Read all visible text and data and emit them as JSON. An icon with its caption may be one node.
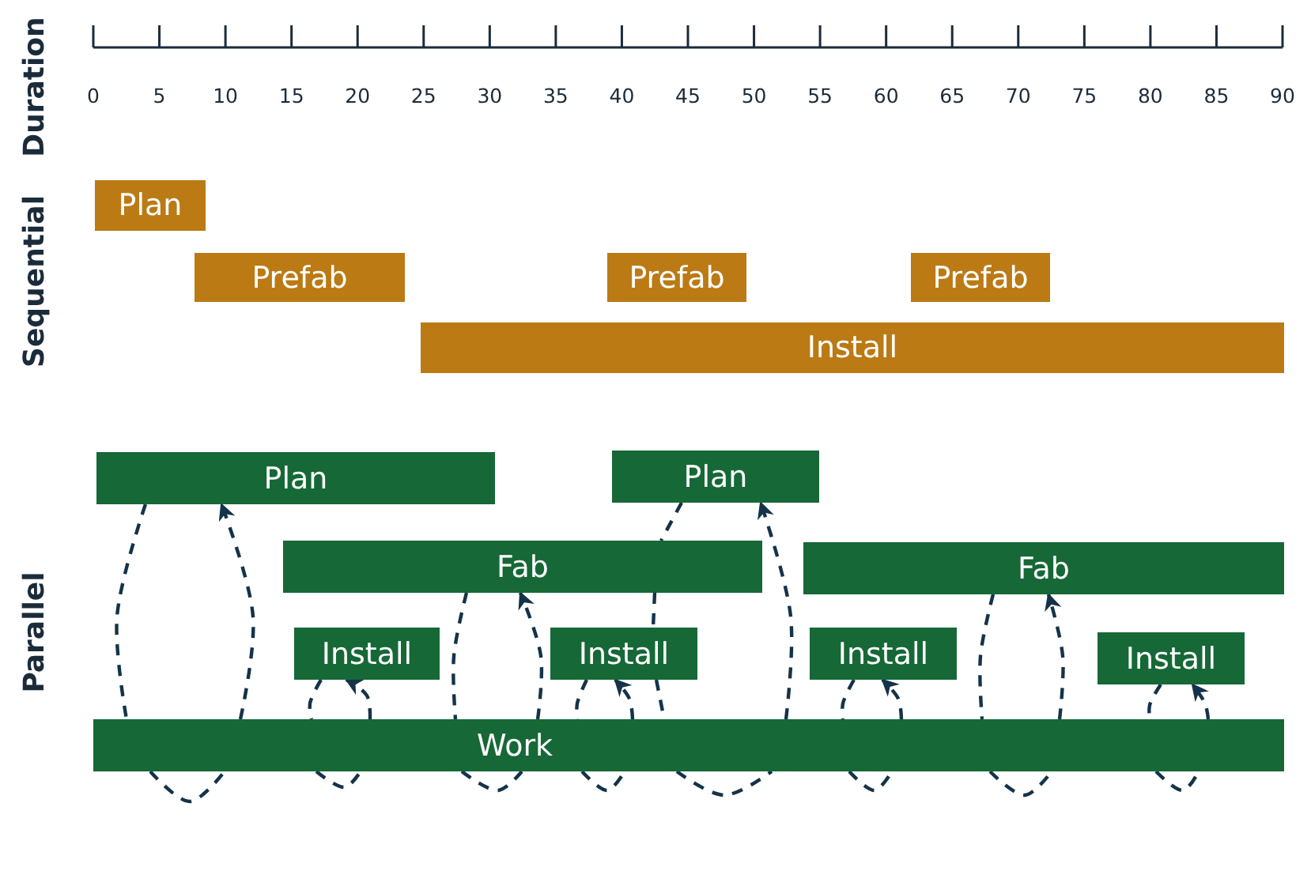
{
  "diagram": {
    "nodes": [
      {
        "text": [
          "Plan"
        ]
      },
      {
        "text": [
          "Prefab"
        ]
      },
      {
        "text": [
          "Prefab"
        ]
      },
      {
        "text": [
          "Prefab"
        ]
      },
      {
        "text": [
          "Install"
        ]
      },
      {
        "text": [
          "Plan"
        ]
      },
      {
        "text": [
          "Plan"
        ]
      },
      {
        "text": [
          "Fab"
        ]
      },
      {
        "text": [
          "Fab"
        ]
      },
      {
        "text": [
          "Install"
        ]
      },
      {
        "text": [
          "Install"
        ]
      },
      {
        "text": [
          "Install"
        ]
      },
      {
        "text": [
          "Install"
        ]
      },
      {
        "text": [
          "Work"
        ]
      }
    ],
    "edges": [
      {
        "from": 5,
        "to": 13,
        "arrow": "none",
        "style": "dashed"
      },
      {
        "from": 13,
        "to": 13,
        "arrow": "none",
        "style": "dashed"
      },
      {
        "from": 13,
        "to": 5,
        "arrow": "to",
        "style": "dashed"
      },
      {
        "from": 9,
        "to": 13,
        "arrow": "none",
        "style": "dashed"
      },
      {
        "from": 13,
        "to": 13,
        "arrow": "none",
        "style": "dashed"
      },
      {
        "from": 13,
        "to": 9,
        "arrow": "to",
        "style": "dashed"
      },
      {
        "from": 7,
        "to": 13,
        "arrow": "none",
        "style": "dashed"
      },
      {
        "from": 13,
        "to": 13,
        "arrow": "none",
        "style": "dashed"
      },
      {
        "from": 13,
        "to": 7,
        "arrow": "to",
        "style": "dashed"
      },
      {
        "from": 10,
        "to": 13,
        "arrow": "none",
        "style": "dashed"
      },
      {
        "from": 13,
        "to": 13,
        "arrow": "none",
        "style": "dashed"
      },
      {
        "from": 13,
        "to": 10,
        "arrow": "to",
        "style": "dashed"
      },
      {
        "from": 6,
        "to": 7,
        "arrow": "none",
        "style": "dashed"
      },
      {
        "from": 7,
        "to": 10,
        "arrow": "none",
        "style": "dashed"
      },
      {
        "from": 10,
        "to": 13,
        "arrow": "none",
        "style": "dashed"
      },
      {
        "from": 13,
        "to": 13,
        "arrow": "none",
        "style": "dashed"
      },
      {
        "from": 13,
        "to": 6,
        "arrow": "to",
        "style": "dashed"
      },
      {
        "from": 11,
        "to": 13,
        "arrow": "none",
        "style": "dashed"
      },
      {
        "from": 13,
        "to": 13,
        "arrow": "none",
        "style": "dashed"
      },
      {
        "from": 13,
        "to": 11,
        "arrow": "to",
        "style": "dashed"
      },
      {
        "from": 8,
        "to": 13,
        "arrow": "none",
        "style": "dashed"
      },
      {
        "from": 13,
        "to": 13,
        "arrow": "none",
        "style": "dashed"
      },
      {
        "from": 13,
        "to": 8,
        "arrow": "to",
        "style": "dashed"
      },
      {
        "from": 12,
        "to": 13,
        "arrow": "none",
        "style": "dashed"
      },
      {
        "from": 13,
        "to": 13,
        "arrow": "none",
        "style": "dashed"
      },
      {
        "from": 13,
        "to": 12,
        "arrow": "to",
        "style": "dashed"
      }
    ],
    "labels": [
      "Duration",
      "0",
      "5",
      "10",
      "15",
      "20",
      "25",
      "30",
      "35",
      "40",
      "45",
      "50",
      "55",
      "60",
      "65",
      "70",
      "75",
      "80",
      "85",
      "90",
      "Sequential",
      "Parallel"
    ]
  }
}
